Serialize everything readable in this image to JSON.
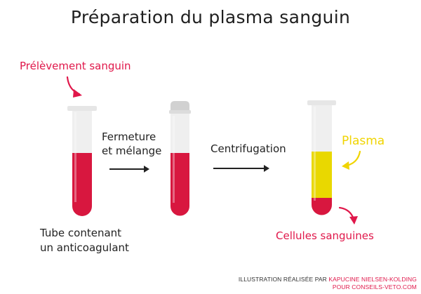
{
  "title": "Préparation du plasma sanguin",
  "labels": {
    "blood_sampling": "Prélèvement sanguin",
    "closing_line1": "Fermeture",
    "closing_line2": "et mélange",
    "centrifugation": "Centrifugation",
    "plasma": "Plasma",
    "tube_line1": "Tube contenant",
    "tube_line2": "un anticoagulant",
    "blood_cells": "Cellules sanguines"
  },
  "credit": {
    "line1_prefix": "ILLUSTRATION RÉALISÉE PAR ",
    "line1_author": "KAPUCINE NIELSEN-KOLDING",
    "line2": "POUR CONSEILS-VETO.COM"
  },
  "colors": {
    "blood": "#d8173f",
    "plasma": "#e9d800",
    "accent_red": "#e0174a",
    "accent_yellow": "#f0d400",
    "tube_glass": "#ececec",
    "cap": "#d4d4d4"
  },
  "icons": [
    "curved-arrow-icon",
    "right-arrow-icon"
  ]
}
